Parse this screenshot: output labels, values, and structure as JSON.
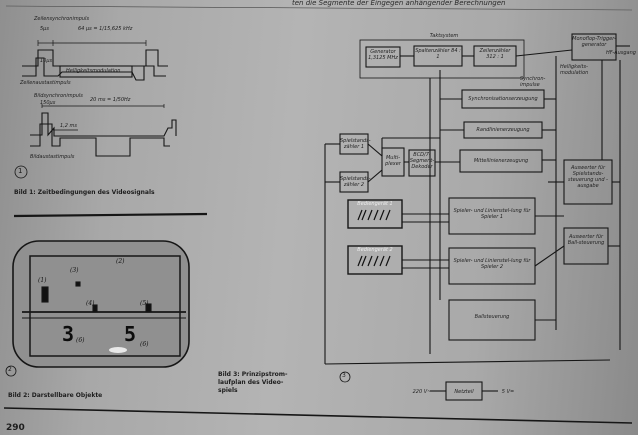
{
  "header": {
    "top_line": "ten  die  Segmente  der  Eingegen  anhängender  Berechnungen"
  },
  "fig1": {
    "label_line_sync": "Zeilensynchronimpuls",
    "label_5us": "5μs",
    "label_64us": "64 μs = 1/15,625 kHz",
    "label_10us": "10μs",
    "label_modulation": "Helligkeitsmodulation",
    "label_line_blank": "Zeilenaustastimpuls",
    "label_frame_sync": "Bildsynchronimpuls",
    "label_150us": "150μs",
    "label_20ms": "20 ms = 1/50Hz",
    "label_1_2ms": "1,2 ms",
    "label_frame_blank": "Bildaustastimpuls",
    "number": "1",
    "caption": "Bild 1: Zeitbedingungen des Videosignals"
  },
  "fig2": {
    "tag_1": "(1)",
    "tag_2": "(2)",
    "tag_3": "(3)",
    "tag_4": "(4)",
    "tag_5": "(5)",
    "score_left": "3",
    "score_left_tag": "(6)",
    "score_right": "5",
    "score_right_tag": "(6)",
    "number": "2",
    "caption": "Bild 2: Darstellbare Objekte"
  },
  "fig3": {
    "title_taktsystem": "Taktsystem",
    "gen": "Generator 1,3125 MHz",
    "sp_counter": "Spaltenzähler 84 : 1",
    "z_counter": "Zeilenzähler 312 : 1",
    "sync_label": "Synchron-impulse",
    "brightness_label": "Helligkeits-modulation",
    "mono": "Monoflop-Trigger-generator",
    "hf_out": "HF-Ausgang",
    "sync_gen": "Synchronisationserzeugung",
    "border_gen": "Randlinienerzeugung",
    "mid_gen": "Mittellinienerzeugung",
    "score1": "Spielstands-zähler 1",
    "score2": "Spielstands-zähler 2",
    "mux": "Multi-plexer",
    "bcd": "BCD/7-Segment-Dekoder",
    "player1": "Bediengerät 1",
    "player2": "Bediengerät 2",
    "pos1": "Spieler- und Linienstel-lung für Spieler 1",
    "pos2": "Spieler- und Linienstel-lung für Spieler 2",
    "ball_pos": "Ballsteuerung",
    "eval_score": "Auswerter für Spielstands-steuerung und -ausgabe",
    "eval_ball": "Auswerter für Ball-steuerung",
    "pwr_in": "220 V~",
    "power": "Netzteil",
    "pwr_out": "5 V=",
    "number": "3",
    "caption_l1": "Bild 3: Prinzipstrom-",
    "caption_l2": "laufplan des Video-",
    "caption_l3": "spiels"
  },
  "footer": {
    "page_number": "290"
  }
}
